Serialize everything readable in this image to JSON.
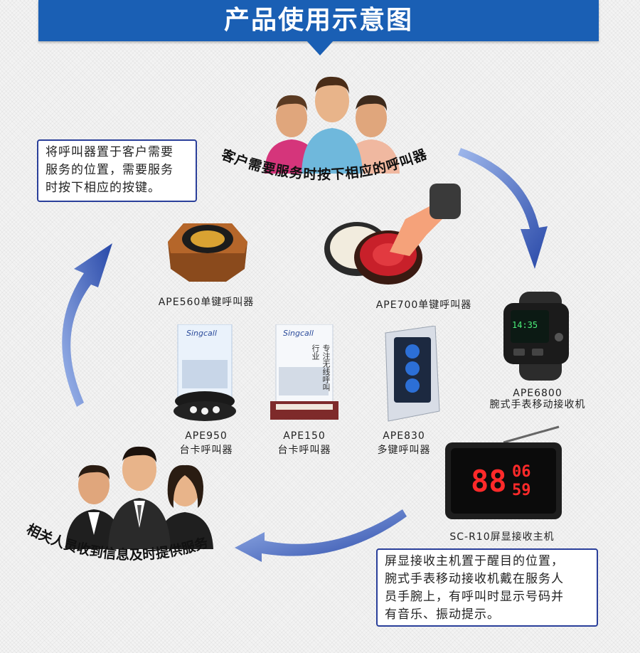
{
  "header": {
    "title": "产品使用示意图",
    "accent": "#1a5fb4"
  },
  "notes": {
    "left": [
      "将呼叫器置于客户需要",
      "服务的位置，需要服务",
      "时按下相应的按键。"
    ],
    "right": [
      "屏显接收主机置于醒目的位置，",
      "腕式手表移动接收机戴在服务人",
      "员手腕上，有呼叫时显示号码并",
      "有音乐、振动提示。"
    ]
  },
  "captions": {
    "top": "客户需要服务时按下相应的呼叫器",
    "bottom": "相关人员收到信息及时提供服务"
  },
  "products": {
    "ape560": "APE560单键呼叫器",
    "ape700": "APE700单键呼叫器",
    "ape6800_model": "APE6800",
    "ape6800_name": "腕式手表移动接收机",
    "ape950_model": "APE950",
    "ape950_name": "台卡呼叫器",
    "ape150_model": "APE150",
    "ape150_name": "台卡呼叫器",
    "ape830_model": "APE830",
    "ape830_name": "多键呼叫器",
    "scr10": "SC-R10屏显接收主机"
  },
  "devices": {
    "watch_time": "14:35",
    "display_big": "88",
    "display_top": "06",
    "display_bottom": "59",
    "card_brand": "Singcall",
    "card_text": "专注无线呼叫行业"
  }
}
